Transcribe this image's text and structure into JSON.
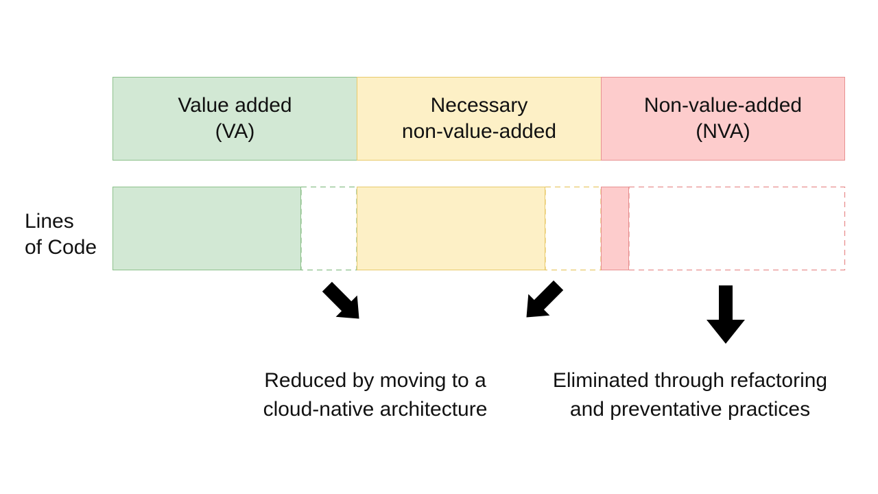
{
  "categories": {
    "va": {
      "line1": "Value added",
      "line2": "(VA)",
      "color": "#d2e8d4",
      "border": "#8cc08a"
    },
    "nnva": {
      "line1": "Necessary",
      "line2": "non-value-added",
      "color": "#fdf0c6",
      "border": "#e8c96a"
    },
    "nva": {
      "line1": "Non-value-added",
      "line2": "(NVA)",
      "color": "#fdcccc",
      "border": "#e89090"
    }
  },
  "row_label": {
    "line1": "Lines",
    "line2": "of Code"
  },
  "captions": {
    "reduced": {
      "line1": "Reduced by moving to a",
      "line2": "cloud-native architecture"
    },
    "eliminated": {
      "line1": "Eliminated through refactoring",
      "line2": "and preventative practices"
    }
  },
  "icons": {
    "arrow_left": "arrow-down-right-icon",
    "arrow_middle": "arrow-down-left-icon",
    "arrow_right": "arrow-down-icon"
  }
}
